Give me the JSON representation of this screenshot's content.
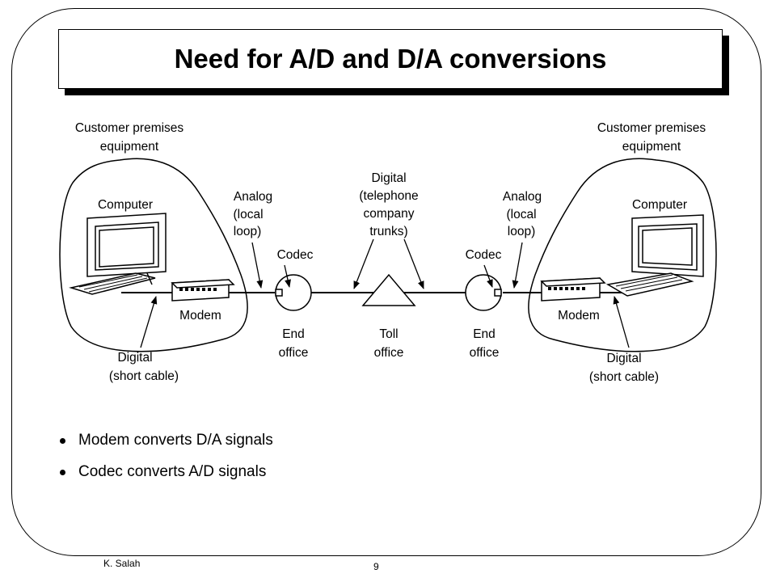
{
  "slide": {
    "title": "Need for A/D and D/A conversions",
    "bullets": [
      "Modem converts D/A signals",
      "Codec converts A/D signals"
    ],
    "footer_author": "K. Salah",
    "page_number": "9"
  },
  "diagram": {
    "left": {
      "cpe_label": [
        "Customer premises",
        "equipment"
      ],
      "computer_label": "Computer",
      "modem_label": "Modem",
      "digital_cable_label": [
        "Digital",
        "(short cable)"
      ],
      "analog_label": [
        "Analog",
        "(local",
        "loop)"
      ],
      "codec_label": "Codec",
      "end_office_label": [
        "End",
        "office"
      ]
    },
    "center": {
      "digital_trunks_label": [
        "Digital",
        "(telephone",
        "company",
        "trunks)"
      ],
      "toll_office_label": [
        "Toll",
        "office"
      ]
    },
    "right": {
      "cpe_label": [
        "Customer premises",
        "equipment"
      ],
      "computer_label": "Computer",
      "modem_label": "Modem",
      "digital_cable_label": [
        "Digital",
        "(short cable)"
      ],
      "analog_label": [
        "Analog",
        "(local",
        "loop)"
      ],
      "codec_label": "Codec",
      "end_office_label": [
        "End",
        "office"
      ]
    }
  }
}
